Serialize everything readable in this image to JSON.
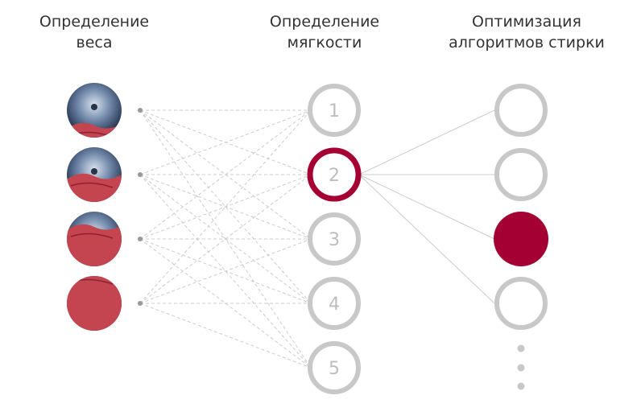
{
  "headers": {
    "weight": [
      "Определение",
      "веса"
    ],
    "softness": [
      "Определение",
      "мягкости"
    ],
    "optimization": [
      "Оптимизация",
      "алгоритмов стирки"
    ]
  },
  "weight_levels": [
    "load-level-1",
    "load-level-2",
    "load-level-3",
    "load-level-4"
  ],
  "softness_levels": [
    "1",
    "2",
    "3",
    "4",
    "5"
  ],
  "selected_softness": "2",
  "algorithms_count": 4,
  "selected_algorithm_index": 2,
  "colors": {
    "accent": "#a50034",
    "inactive": "#c8c8c8",
    "line": "#cccccc",
    "text_inactive": "#bdbdbd"
  }
}
